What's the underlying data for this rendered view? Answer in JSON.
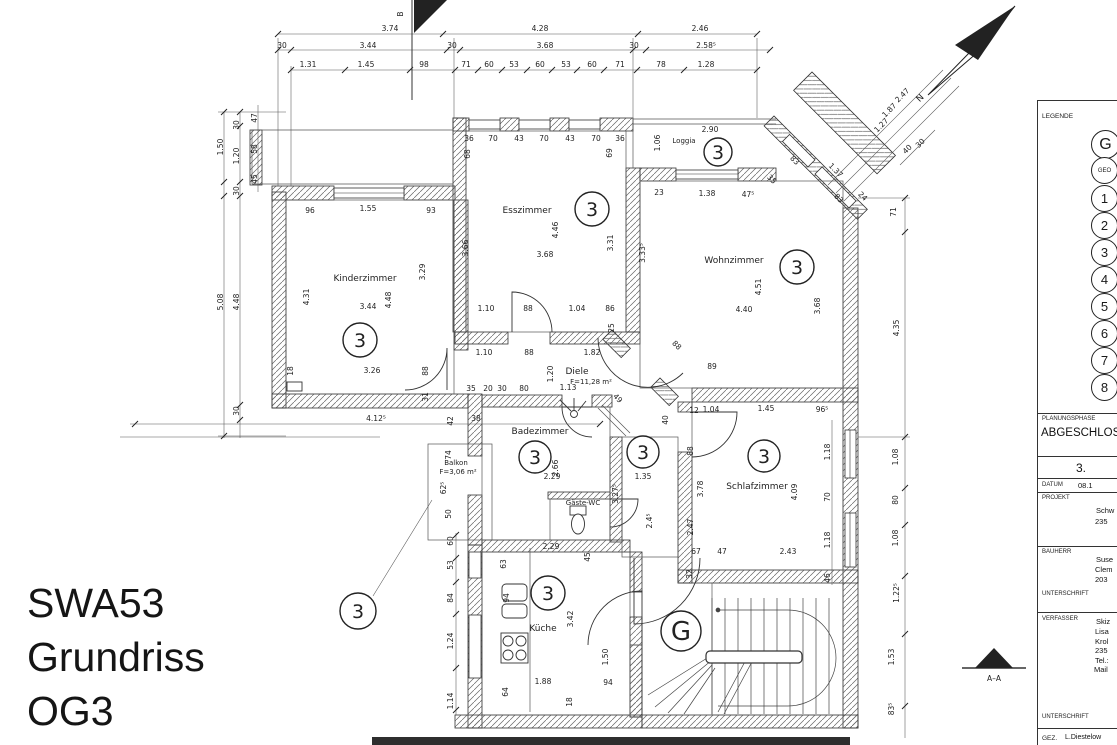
{
  "drawing_title_lines": [
    "SWA53",
    "Grundriss",
    "OG3"
  ],
  "legend": {
    "title": "LEGENDE",
    "symbols": [
      "G",
      "GEO",
      "1",
      "2",
      "3",
      "4",
      "5",
      "6",
      "7",
      "8"
    ]
  },
  "panel": {
    "planungsphase_label": "PLANUNGSPHASE",
    "planungsphase_value": "ABGESCHLOSS",
    "revision": "3.",
    "datum_label": "DATUM",
    "datum_value": "08.1",
    "projekt_label": "PROJEKT",
    "projekt_line1": "Schw",
    "projekt_line2": "235",
    "bauherr_label": "BAUHERR",
    "bauherr_line1": "Suse",
    "bauherr_line2": "Clem",
    "bauherr_line3": "203",
    "unterschrift1": "UNTERSCHRIFT",
    "verfasser_label": "VERFASSER",
    "verfasser_line1": "Skiz",
    "verfasser_line2": "Lisa",
    "verfasser_line3": "Krol",
    "verfasser_line4": "235",
    "verfasser_line5": "Tel.:",
    "verfasser_line6": "Mail",
    "unterschrift2": "UNTERSCHRIFT",
    "gez_label": "GEZ.",
    "gez_value": "L.Diestelow"
  },
  "markers": {
    "north": "N",
    "section_a": "A–A",
    "section_b": "B"
  },
  "rooms": {
    "kinderzimmer": "Kinderzimmer",
    "esszimmer": "Esszimmer",
    "loggia": "Loggia",
    "wohnzimmer": "Wohnzimmer",
    "diele": "Diele",
    "diele_area": "F=11,28 m²",
    "badezimmer": "Badezimmer",
    "balkon": "Balkon",
    "balkon_area": "F=3,06 m²",
    "gaeste_wc": "Gäste-WC",
    "schlafzimmer": "Schlafzimmer",
    "kueche": "Küche"
  },
  "unit_mark": "3",
  "stair_mark": "G",
  "dims": {
    "d0": "3.74",
    "d1": "4.28",
    "d2": "2.46",
    "d3": "30",
    "d4": "3.44",
    "d5": "30",
    "d6": "3.68",
    "d7": "30",
    "d8": "2.58⁵",
    "d9": "1.31",
    "d10": "1.45",
    "d11": "98",
    "d12": "71",
    "d13": "60",
    "d14": "53",
    "d15": "60",
    "d16": "53",
    "d17": "60",
    "d18": "71",
    "d19": "78",
    "d20": "1.28",
    "d21": "36",
    "d22": "70",
    "d23": "43",
    "d24": "70",
    "d25": "43",
    "d26": "70",
    "d27": "36",
    "d28": "68",
    "d29": "69",
    "d30": "1.06",
    "d31": "2.90",
    "d32": "1.50",
    "d33": "30",
    "d34": "1.20",
    "d35": "47",
    "d36": "58",
    "d37": "45",
    "d38": "30",
    "d39": "5.08",
    "d40": "4.48",
    "d41": "30",
    "d42": "96",
    "d43": "1.55",
    "d44": "93",
    "d45": "4.31",
    "d46": "3.44",
    "d47": "4.48",
    "d48": "3.29",
    "d49": "18",
    "d50": "3.26",
    "d51": "88",
    "d52": "31",
    "d53": "4.12⁵",
    "d54": "42",
    "d55": "38",
    "d56": "74",
    "d57": "62⁵",
    "d58": "50",
    "d59": "60",
    "d60": "53",
    "d61": "84",
    "d62": "1.24",
    "d63": "1.14",
    "d64": "1.10",
    "d65": "88",
    "d66": "1.04",
    "d67": "86",
    "d68": "25",
    "d69": "1.10",
    "d70": "88",
    "d71": "1.82",
    "d72": "3.66",
    "d73": "4.46",
    "d74": "3.31",
    "d75": "3.68",
    "d76": "3.33⁵",
    "d77": "1.20",
    "d78": "1.13",
    "d79": "80",
    "d80": "35",
    "d81": "20",
    "d82": "30",
    "d83": "49",
    "d84": "40",
    "d85": "89",
    "d86": "88",
    "d87": "2.66",
    "d88": "2.29",
    "d89": "1.35",
    "d90": "3.27⁵",
    "d91": "2.4⁵",
    "d92": "12",
    "d93": "1.04",
    "d94": "1.45",
    "d95": "96⁵",
    "d96": "88",
    "d97": "3.78",
    "d98": "2.47",
    "d99": "67",
    "d100": "47",
    "d101": "2.43",
    "d102": "4.09",
    "d103": "1.18",
    "d104": "70",
    "d105": "1.18",
    "d106": "46",
    "d107": "32",
    "d108": "23",
    "d109": "1.38",
    "d110": "47⁵",
    "d111": "4.51",
    "d112": "4.40",
    "d113": "3.68",
    "d114": "35",
    "d115": "83",
    "d116": "1.37",
    "d117": "83",
    "d118": "24",
    "d119": "2.47",
    "d120": "1.87",
    "d121": "1.27",
    "d122": "40",
    "d123": "30",
    "d124": "71",
    "d125": "4.35",
    "d126": "1.08",
    "d127": "80",
    "d128": "1.08",
    "d129": "1.22⁵",
    "d130": "1.53",
    "d131": "83⁵",
    "d132": "2.29",
    "d133": "45",
    "d134": "63",
    "d135": "94",
    "d136": "3.42",
    "d137": "1.50",
    "d138": "1.88",
    "d139": "94",
    "d140": "64",
    "d141": "18"
  }
}
